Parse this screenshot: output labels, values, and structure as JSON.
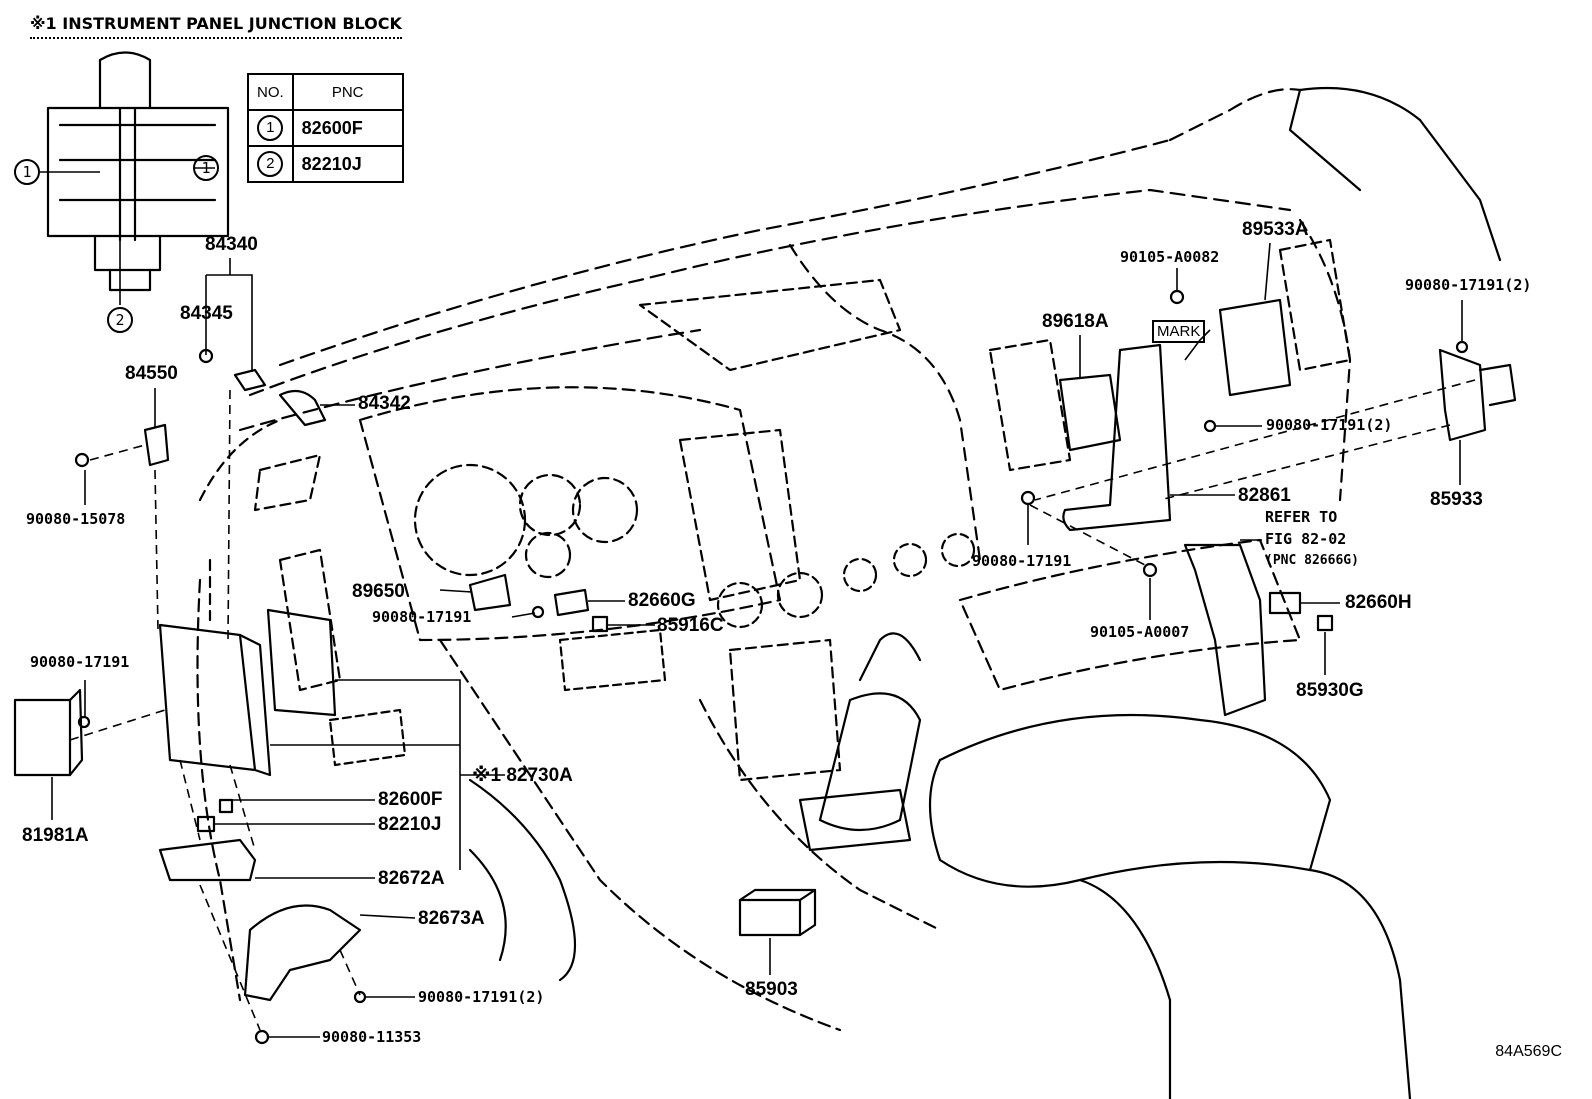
{
  "title": "※1 INSTRUMENT PANEL JUNCTION BLOCK",
  "table": {
    "headers": [
      "NO.",
      "PNC"
    ],
    "rows": [
      {
        "no": "1",
        "pnc": "82600F"
      },
      {
        "no": "2",
        "pnc": "82210J"
      }
    ]
  },
  "callouts": {
    "c1_left": "1",
    "c1_right": "1",
    "c2": "2"
  },
  "labels": {
    "p84340": "84340",
    "p84345": "84345",
    "p84342": "84342",
    "p84550": "84550",
    "p90080_15078": "90080-15078",
    "p90080_17191_a": "90080-17191",
    "p81981A": "81981A",
    "p89650": "89650",
    "p90080_17191_b": "90080-17191",
    "p82660G": "82660G",
    "p85916C": "85916C",
    "p82730A": "※1 82730A",
    "p82600F": "82600F",
    "p82210J": "82210J",
    "p82672A": "82672A",
    "p82673A": "82673A",
    "p90080_17191_2_a": "90080-17191(2)",
    "p90080_11353": "90080-11353",
    "p85903": "85903",
    "p89533A": "89533A",
    "p90105_A0082": "90105-A0082",
    "p89618A": "89618A",
    "mark": "MARK",
    "p90080_17191_2_b": "90080-17191(2)",
    "p90080_17191_2_c": "90080-17191(2)",
    "p85933": "85933",
    "p82861": "82861",
    "p90080_17191_c": "90080-17191",
    "refer1": "REFER TO",
    "refer2": "FIG 82-02",
    "refer3": "(PNC 82666G)",
    "p90105_A0007": "90105-A0007",
    "p82660H": "82660H",
    "p85930G": "85930G"
  },
  "figure_code": "84A569C"
}
